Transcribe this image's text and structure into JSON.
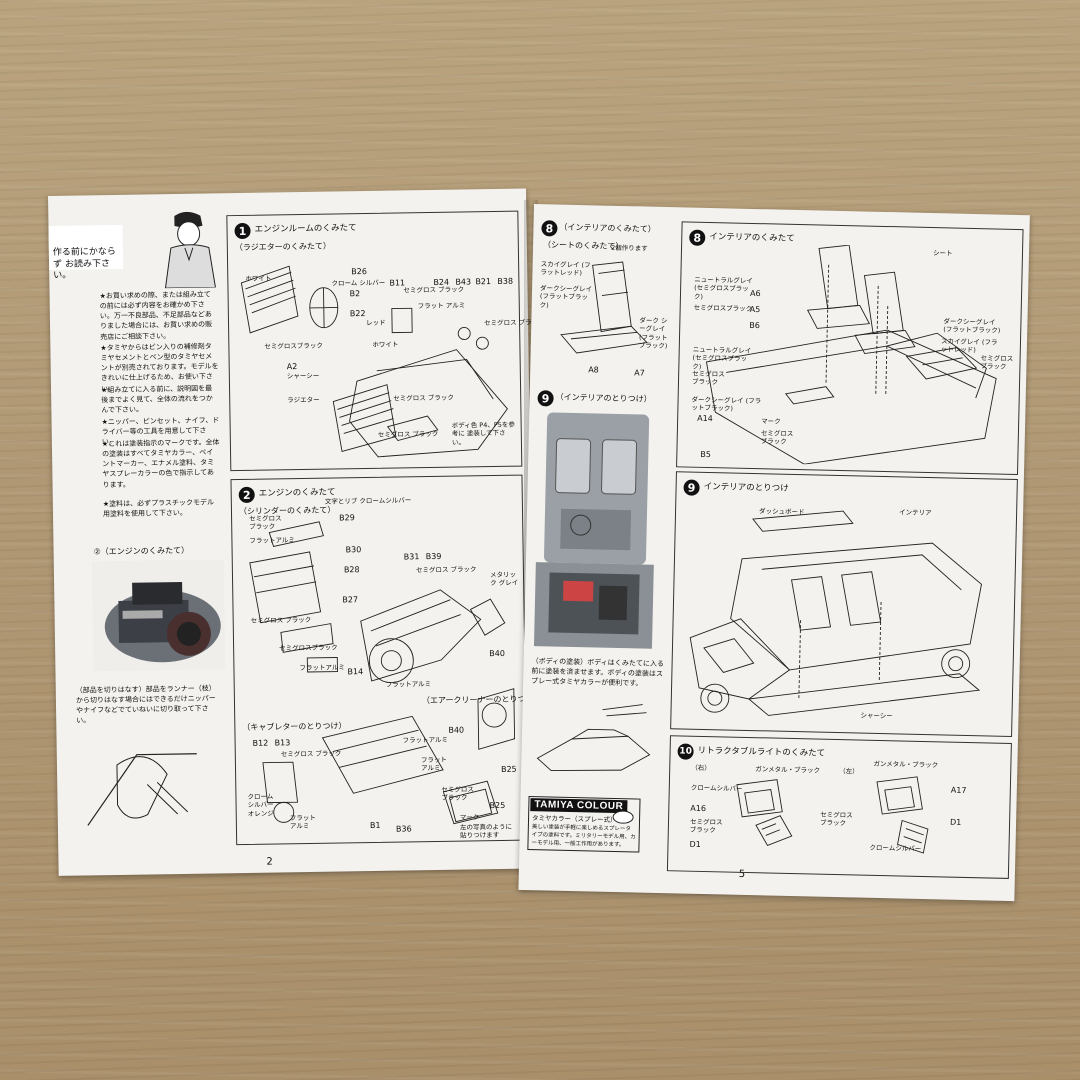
{
  "left_page": {
    "notice_heading": "作る前にかならず お読み下さい。",
    "notice_body": [
      "★お買い求めの際、または組み立ての前には必ず内容をお確かめ下さい。万一不良部品、不足部品などありました場合には、お買い求めの販売店にご相談下さい。",
      "★タミヤからはピン入りの補修剤タミヤセメントとベン型のタミヤセメントが別売されております。モデルをきれいに仕上げるため、お使い下さい。",
      "★組み立てに入る前に、説明図を最後までよく見て、全体の流れをつかんで下さい。",
      "★ニッパー、ピンセット、ナイフ、ドライバー等の工具を用意して下さい。",
      "★これは塗装指示のマークです。全体の塗装はすべてタミヤカラー、ペイントマーカー、エナメル塗料、タミヤスプレーカラーの色で指示してあります。",
      "★塗料は、必ずプラスチックモデル用塗料を使用して下さい。"
    ],
    "engine_photo_caption": "②（エンジンのくみたて）",
    "cutting_note": "（部品を切りはなす）部品をランナー（枝）から切りはなす場合にはできるだけニッパーやナイフなどでていねいに切り取って下さい。",
    "page_number": "2",
    "step1": {
      "number": "1",
      "title": "エンジンルームのくみたて",
      "sub": "（ラジエターのくみたて）",
      "labels": [
        "ホワイト",
        "B26",
        "クローム シルバー",
        "B2",
        "B22",
        "セミグロスブラック",
        "B11",
        "セミグロス ブラック",
        "レッド",
        "ホワイト",
        "B24",
        "B43",
        "フラット アルミ",
        "B21",
        "B38",
        "セミグロス ブラック",
        "A2",
        "シャーシー",
        "ラジエター",
        "セミグロス ブラック",
        "セミグロス ブラック",
        "ボディ色 P4、P5を参考に 塗装して下さい。"
      ]
    },
    "step2": {
      "number": "2",
      "title": "エンジンのくみたて",
      "sub": "（シリンダーのくみたて）",
      "sub2": "（キャブレターのとりつけ）",
      "sub3": "（エアークリーナーのとりつけ）",
      "labels": [
        "セミグロス ブラック",
        "文字とリブ クロームシルバー",
        "B29",
        "フラットアルミ",
        "B30",
        "B28",
        "B27",
        "セミグロス ブラック",
        "セミグロスブラック",
        "フラットアルミ",
        "B14",
        "B31",
        "B39",
        "セミグロス ブラック",
        "メタリック グレイ",
        "フラットアルミ",
        "B40",
        "B12",
        "B13",
        "セミグロス ブラック",
        "クローム シルバー オレンジ",
        "フラット アルミ",
        "フラットアルミ",
        "B1",
        "B36",
        "フラット アルミ",
        "セミグロス ブラック",
        "B40",
        "B25",
        "B25",
        "マーク",
        "左の写真のように 貼りつけます"
      ]
    }
  },
  "right_page": {
    "page_number": "5",
    "step8a": {
      "number": "8",
      "title": "（インテリアのくみたて）",
      "sub": "（シートのくみたて）",
      "note": "2個作ります",
      "labels": [
        "スカイグレイ (フラットレッド)",
        "ダークシーグレイ (フラットブラック)",
        "ダーク シーグレイ (フラット ブラック)",
        "A8",
        "A7"
      ]
    },
    "step9a": {
      "number": "9",
      "title": "（インテリアのとりつけ）"
    },
    "body_paint_note": "（ボディの塗装）ボディはくみたてに入る前に塗装を済ませます。ボディの塗装はスプレー式タミヤカラーが便利です。",
    "tamiya_colour": {
      "title": "TAMIYA COLOUR",
      "sub": "タミヤカラー（スプレー式）",
      "body": "美しい塗装が手軽に楽しめるスプレータイプの塗料です。ミリタリーモデル用、カーモデル用、一般工作用があります。"
    },
    "step8b": {
      "number": "8",
      "title": "インテリアのくみたて",
      "labels": [
        "シート",
        "ニュートラルグレイ (セミグロスブラック)",
        "A6",
        "A5",
        "セミグロスブラック",
        "B6",
        "ダークシーグレイ (フラットブラック)",
        "スカイグレイ (フラットレッド)",
        "セミグロス ブラック",
        "ニュートラルグレイ (セミグロスブラック)",
        "セミグロス ブラック",
        "ダークシーグレイ (フラットブラック)",
        "A14",
        "マーク",
        "セミグロス ブラック",
        "B5"
      ]
    },
    "step9b": {
      "number": "9",
      "title": "インテリアのとりつけ",
      "labels": [
        "ダッシュボード",
        "インテリア",
        "シャーシー"
      ]
    },
    "step10": {
      "number": "10",
      "title": "リトラクタブルライトのくみたて",
      "labels": [
        "（右）",
        "ガンメタル・ブラック",
        "クロームシルバー",
        "A16",
        "セミグロス ブラック",
        "D1",
        "（左）",
        "ガンメタル・ブラック",
        "A17",
        "セミグロス ブラック",
        "D1",
        "クロームシルバー"
      ]
    }
  }
}
